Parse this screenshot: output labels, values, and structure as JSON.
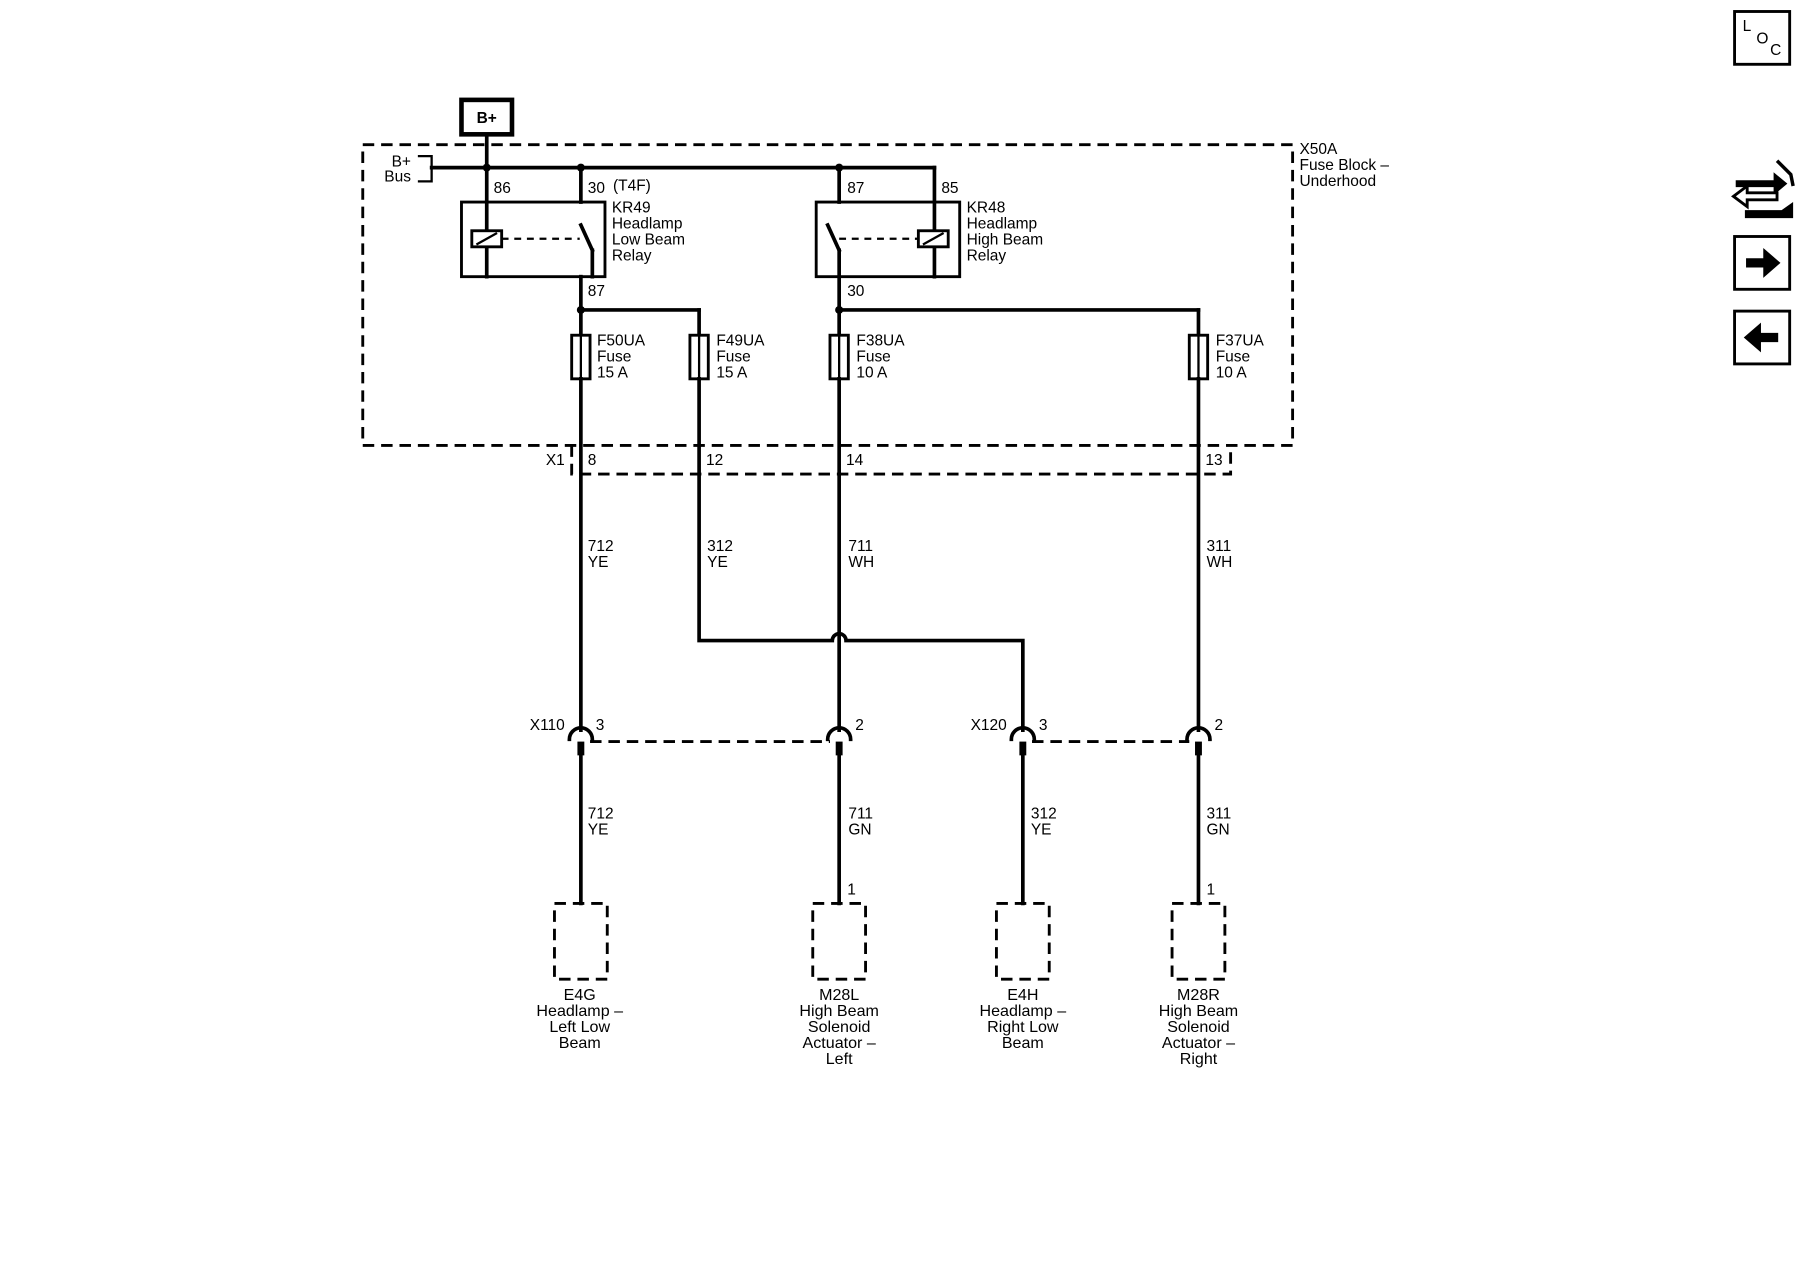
{
  "power": {
    "bplus": "B+",
    "bus_line1": "B+",
    "bus_line2": "Bus"
  },
  "fuse_block": {
    "id": "X50A",
    "name_line1": "Fuse Block –",
    "name_line2": "Underhood"
  },
  "relays": {
    "kr49": {
      "pin_a": "86",
      "pin_b": "30",
      "tag": "(T4F)",
      "pin_out": "87",
      "id": "KR49",
      "line1": "Headlamp",
      "line2": "Low Beam",
      "line3": "Relay"
    },
    "kr48": {
      "pin_a": "87",
      "pin_b": "85",
      "pin_out": "30",
      "id": "KR48",
      "line1": "Headlamp",
      "line2": "High Beam",
      "line3": "Relay"
    }
  },
  "fuses": [
    {
      "id": "F50UA",
      "label": "Fuse",
      "rating": "15 A"
    },
    {
      "id": "F49UA",
      "label": "Fuse",
      "rating": "15 A"
    },
    {
      "id": "F38UA",
      "label": "Fuse",
      "rating": "10 A"
    },
    {
      "id": "F37UA",
      "label": "Fuse",
      "rating": "10 A"
    }
  ],
  "connector_x1": {
    "id": "X1",
    "pins": [
      "8",
      "12",
      "14",
      "13"
    ]
  },
  "upper_wires": [
    {
      "circuit": "712",
      "color": "YE"
    },
    {
      "circuit": "312",
      "color": "YE"
    },
    {
      "circuit": "711",
      "color": "WH"
    },
    {
      "circuit": "311",
      "color": "WH"
    }
  ],
  "inline_connectors": {
    "x110": {
      "id": "X110",
      "pin_a": "3",
      "pin_b": "2"
    },
    "x120": {
      "id": "X120",
      "pin_a": "3",
      "pin_b": "2"
    }
  },
  "lower_wires": [
    {
      "circuit": "712",
      "color": "YE"
    },
    {
      "circuit": "711",
      "color": "GN"
    },
    {
      "circuit": "312",
      "color": "YE"
    },
    {
      "circuit": "311",
      "color": "GN"
    }
  ],
  "components": [
    {
      "pin": "",
      "lines": [
        "E4G",
        "Headlamp –",
        "Left Low",
        "Beam"
      ]
    },
    {
      "pin": "1",
      "lines": [
        "M28L",
        "High Beam",
        "Solenoid",
        "Actuator –",
        "Left"
      ]
    },
    {
      "pin": "",
      "lines": [
        "E4H",
        "Headlamp –",
        "Right Low",
        "Beam"
      ]
    },
    {
      "pin": "1",
      "lines": [
        "M28R",
        "High Beam",
        "Solenoid",
        "Actuator –",
        "Right"
      ]
    }
  ],
  "nav": {
    "loc_l": "L",
    "loc_o": "O",
    "loc_c": "C"
  }
}
